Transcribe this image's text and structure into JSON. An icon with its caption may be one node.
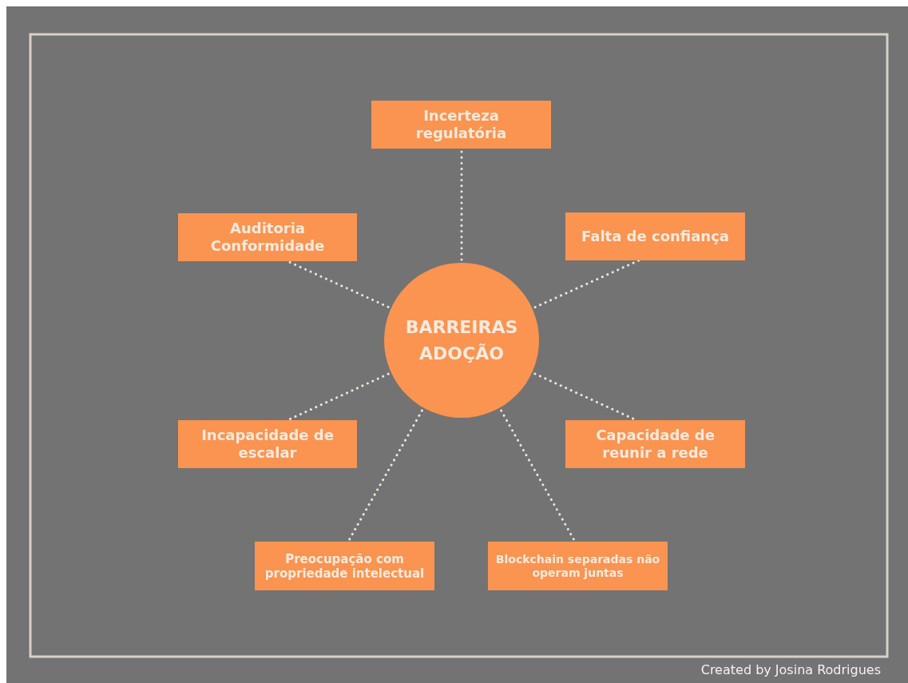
{
  "diagram": {
    "nodes": [
      {
        "text": [
          "BARREIRAS ADOÇÃO"
        ]
      },
      {
        "text": [
          "Incerteza regulatória"
        ]
      },
      {
        "text": [
          "Auditoria Conformidade"
        ]
      },
      {
        "text": [
          "Falta de confiança"
        ]
      },
      {
        "text": [
          "Incapacidade de escalar"
        ]
      },
      {
        "text": [
          "Capacidade de reunir a rede"
        ]
      },
      {
        "text": [
          "Preocupação com propriedade intelectual"
        ]
      },
      {
        "text": [
          "Blockchain separadas não operam juntas"
        ]
      }
    ],
    "edges": [
      {
        "from": 0,
        "to": 1,
        "arrow": "none",
        "style": "dashed"
      },
      {
        "from": 0,
        "to": 2,
        "arrow": "none",
        "style": "dashed"
      },
      {
        "from": 0,
        "to": 3,
        "arrow": "none",
        "style": "dashed"
      },
      {
        "from": 0,
        "to": 4,
        "arrow": "none",
        "style": "dashed"
      },
      {
        "from": 0,
        "to": 5,
        "arrow": "none",
        "style": "dashed"
      },
      {
        "from": 0,
        "to": 6,
        "arrow": "none",
        "style": "dashed"
      },
      {
        "from": 0,
        "to": 7,
        "arrow": "none",
        "style": "dashed"
      }
    ],
    "labels": [
      "Created by Josina Rodrigues"
    ]
  }
}
